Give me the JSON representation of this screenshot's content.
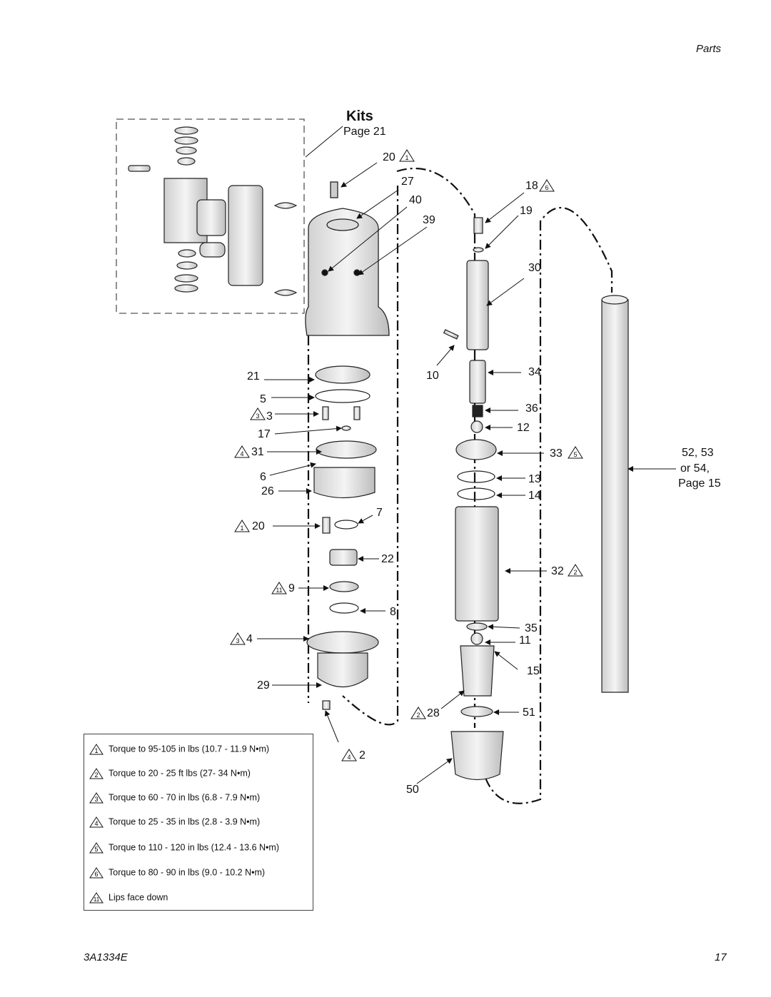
{
  "header": {
    "section": "Parts"
  },
  "footer": {
    "doc_number": "3A1334E",
    "page_number": "17"
  },
  "kits": {
    "title": "Kits",
    "page_ref": "Page 21"
  },
  "callouts": {
    "c20top": "20",
    "c27": "27",
    "c40": "40",
    "c39": "39",
    "c18": "18",
    "c19": "19",
    "c30": "30",
    "c10": "10",
    "c34": "34",
    "c36": "36",
    "c12": "12",
    "c33": "33",
    "c13": "13",
    "c14": "14",
    "c32": "32",
    "c35": "35",
    "c11": "11",
    "c15": "15",
    "c28": "28",
    "c51": "51",
    "c50": "50",
    "c21": "21",
    "c5": "5",
    "c3": "3",
    "c17": "17",
    "c31": "31",
    "c6": "6",
    "c26": "26",
    "c20low": "20",
    "c7": "7",
    "c22": "22",
    "c9": "9",
    "c8": "8",
    "c4": "4",
    "c29": "29",
    "c2": "2"
  },
  "side_ref": {
    "line1": "52, 53",
    "line2": "or 54,",
    "line3": "Page 15"
  },
  "legend": [
    {
      "mark": "1",
      "text": "Torque to 95-105 in lbs (10.7 - 11.9 N•m)"
    },
    {
      "mark": "2",
      "text": "Torque to 20 - 25 ft lbs (27- 34 N•m)"
    },
    {
      "mark": "3",
      "text": "Torque to 60 - 70 in lbs (6.8 - 7.9 N•m)"
    },
    {
      "mark": "4",
      "text": "Torque to 25 - 35 in lbs (2.8 - 3.9 N•m)"
    },
    {
      "mark": "5",
      "text": "Torque to 110 - 120 in lbs (12.4 - 13.6 N•m)"
    },
    {
      "mark": "6",
      "text": "Torque to 80 - 90 in lbs (9.0 - 10.2 N•m)"
    },
    {
      "mark": "11",
      "text": "Lips face down"
    }
  ]
}
